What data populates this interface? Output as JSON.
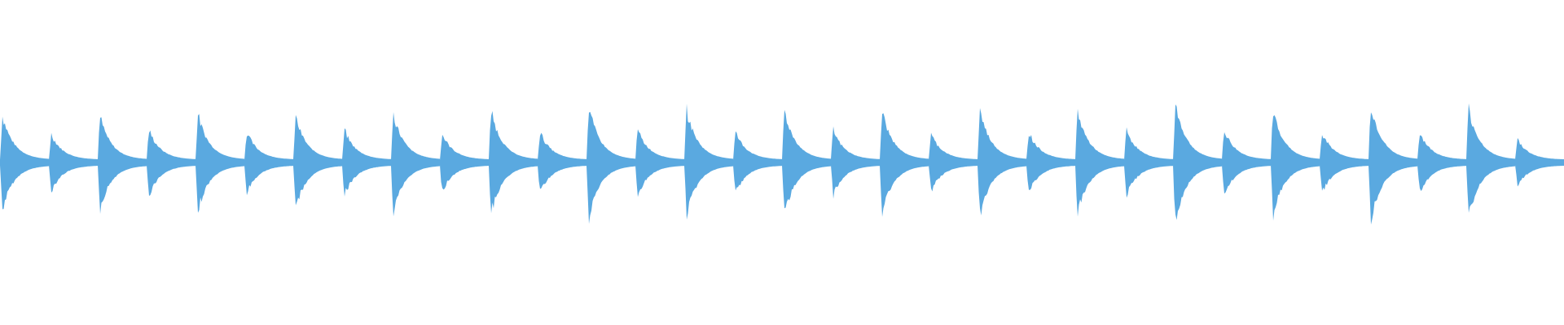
{
  "waveform": {
    "color": "#5aa9e0",
    "background": "#ffffff",
    "beats_visible": 32,
    "beat_peaks": [
      0.7,
      0.42,
      0.68,
      0.48,
      0.72,
      0.45,
      0.68,
      0.48,
      0.72,
      0.42,
      0.76,
      0.45,
      0.82,
      0.48,
      0.78,
      0.45,
      0.78,
      0.48,
      0.76,
      0.42,
      0.78,
      0.45,
      0.76,
      0.48,
      0.88,
      0.48,
      0.78,
      0.45,
      0.86,
      0.45,
      0.8,
      0.34
    ]
  }
}
